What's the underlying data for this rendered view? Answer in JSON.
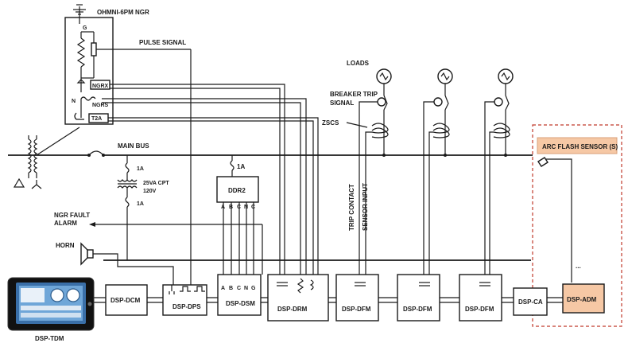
{
  "ngr": {
    "title": "OHMNI-6PM NGR",
    "g": "G",
    "n": "N",
    "ngrx": "NGRX",
    "ngrs": "NGRS",
    "t2a": "T2A"
  },
  "signals": {
    "pulse": "PULSE SIGNAL",
    "loads": "LOADS",
    "breaker_trip_1": "BREAKER TRIP",
    "breaker_trip_2": "SIGNAL",
    "zscs": "ZSCS",
    "main_bus": "MAIN BUS",
    "trip_contact": "TRIP CONTACT",
    "sensor_input": "SENSOR INPUT",
    "ngr_fault_1": "NGR FAULT",
    "ngr_fault_2": "ALARM",
    "horn": "HORN"
  },
  "cpt": {
    "fuse_top": "1A",
    "fuse_bottom": "1A",
    "rating_1": "25VA CPT",
    "rating_2": "120V"
  },
  "ddr2": {
    "label": "DDR2",
    "fuse": "1A",
    "pins": [
      "A",
      "B",
      "C",
      "N",
      "C"
    ]
  },
  "dsm_pins": [
    "A",
    "B",
    "C",
    "N",
    "G"
  ],
  "modules": {
    "tdm": "DSP-TDM",
    "dcm": "DSP-DCM",
    "dps": "DSP-DPS",
    "dsm": "DSP-DSM",
    "drm": "DSP-DRM",
    "dfm1": "DSP-DFM",
    "dfm2": "DSP-DFM",
    "dfm3": "DSP-DFM",
    "ca": "DSP-CA",
    "adm": "DSP-ADM"
  },
  "arc_flash": {
    "title": "ARC FLASH SENSOR (S)",
    "ellipsis": "...",
    "accent": "#f6c8a5",
    "border": "#c0392b"
  }
}
